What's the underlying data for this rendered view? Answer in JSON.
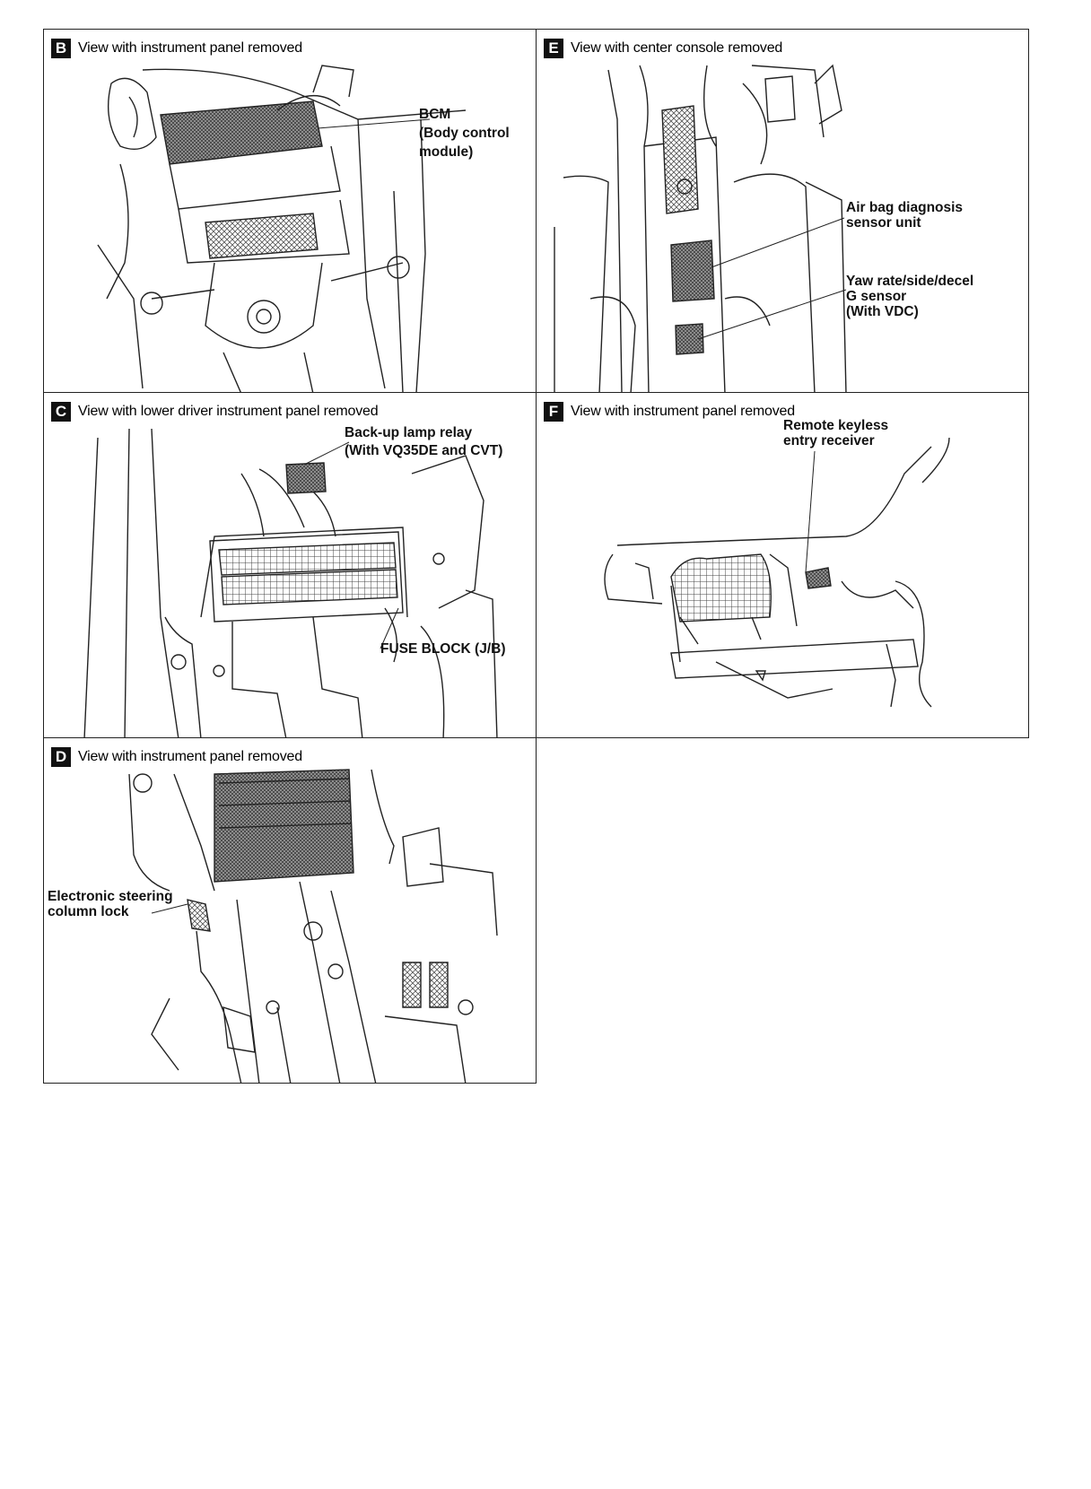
{
  "panels": {
    "b": {
      "badge": "B",
      "title": "View with instrument panel removed",
      "callouts": {
        "bcm": [
          "BCM",
          "(Body control",
          "module)"
        ]
      }
    },
    "e": {
      "badge": "E",
      "title": "View with center console removed",
      "callouts": {
        "airbag": [
          "Air bag diagnosis",
          "sensor unit"
        ],
        "yaw": [
          "Yaw rate/side/decel",
          "G sensor",
          "(With VDC)"
        ]
      }
    },
    "c": {
      "badge": "C",
      "title": "View with lower driver instrument panel removed",
      "callouts": {
        "relay": [
          "Back-up lamp relay",
          "(With VQ35DE and CVT)"
        ],
        "fuse": [
          "FUSE BLOCK (J/B)"
        ]
      }
    },
    "f": {
      "badge": "F",
      "title": "View with instrument panel removed",
      "callouts": {
        "keyless": [
          "Remote keyless",
          "entry receiver"
        ]
      }
    },
    "d": {
      "badge": "D",
      "title": "View with instrument panel removed",
      "callouts": {
        "lock": [
          "Electronic steering",
          "column lock"
        ]
      }
    }
  }
}
